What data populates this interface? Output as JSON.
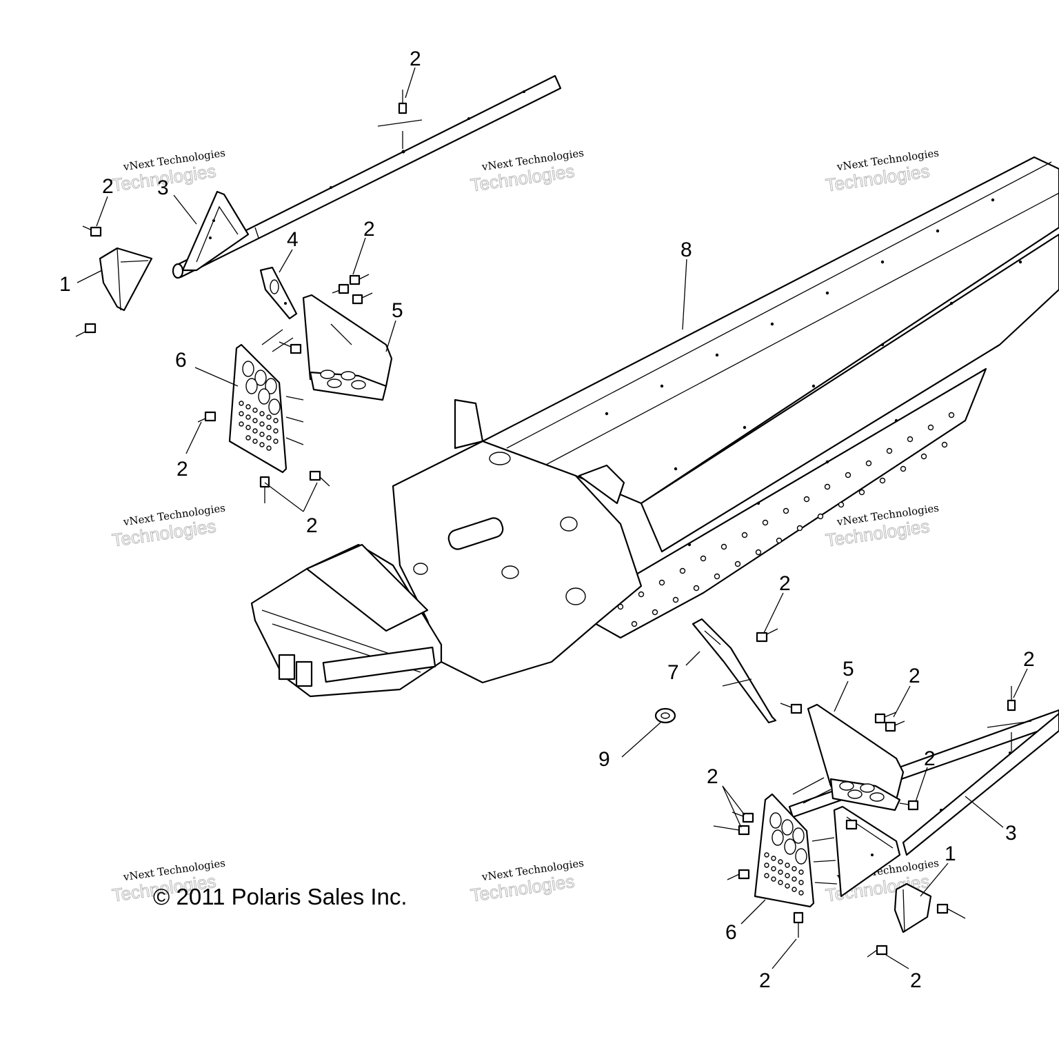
{
  "callouts": {
    "c2_top": "2",
    "c3_left": "3",
    "c2_left_a": "2",
    "c1_left": "1",
    "c4": "4",
    "c2_left_b": "2",
    "c5_left": "5",
    "c6_left": "6",
    "c8": "8",
    "c2_left_c": "2",
    "c2_left_d": "2",
    "c2_mid": "2",
    "c7": "7",
    "c5_right": "5",
    "c2_right_a": "2",
    "c2_right_top": "2",
    "c9": "9",
    "c2_right_b": "2",
    "c2_right_c": "2",
    "c3_right": "3",
    "c1_right": "1",
    "c6_right": "6",
    "c2_bottom_a": "2",
    "c2_bottom_b": "2"
  },
  "copyright": "© 2011 Polaris Sales Inc.",
  "watermark": {
    "line1": "vNext Technologies",
    "line2": "Technologies"
  }
}
